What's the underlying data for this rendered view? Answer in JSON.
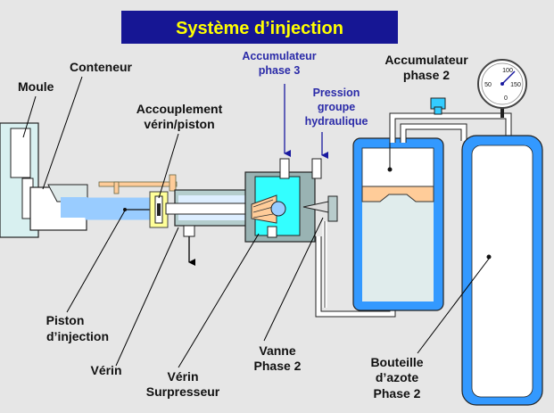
{
  "title": "Système d’injection",
  "labels": {
    "moule": "Moule",
    "conteneur": "Conteneur",
    "accouplement_1": "Accouplement",
    "accouplement_2": "vérin/piston",
    "accu3_1": "Accumulateur",
    "accu3_2": "phase 3",
    "pression_1": "Pression",
    "pression_2": "groupe",
    "pression_3": "hydraulique",
    "accu2_1": "Accumulateur",
    "accu2_2": "phase 2",
    "piston_1": "Piston",
    "piston_2": "d’injection",
    "verin": "Vérin",
    "surpresseur_1": "Vérin",
    "surpresseur_2": "Surpresseur",
    "vanne_1": "Vanne",
    "vanne_2": "Phase 2",
    "bouteille_1": "Bouteille",
    "bouteille_2": "d’azote",
    "bouteille_3": "Phase 2"
  },
  "gauge": {
    "t100": "100",
    "t50": "50",
    "t150": "150",
    "t0": "0"
  },
  "colors": {
    "title_bg": "#161694",
    "title_text": "#ffff00",
    "cyan": "#33ffff",
    "light_blue": "#99ccff",
    "pale_blue": "#ddeeff",
    "steel": "#99b3b3",
    "peach": "#ffcc99",
    "nitrogen_blue": "#3399ff",
    "label_blue": "#2a2aa8"
  }
}
